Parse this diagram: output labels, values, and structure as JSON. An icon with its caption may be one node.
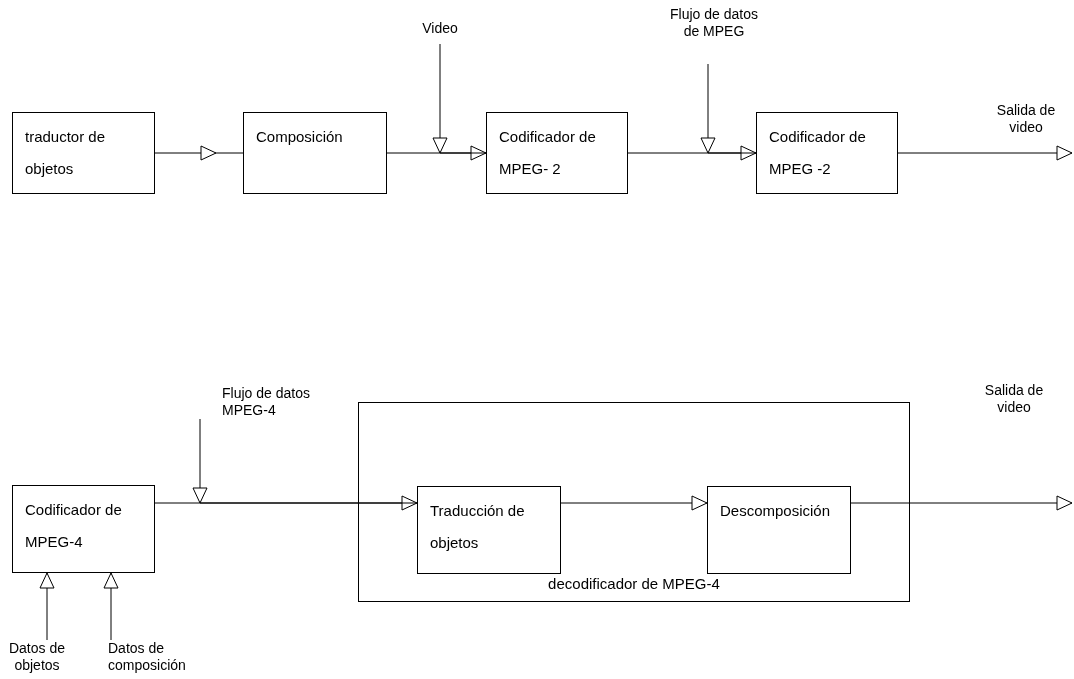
{
  "diagram": {
    "nodes": [
      {
        "text": [
          "traductor de objetos"
        ]
      },
      {
        "text": [
          "Composición"
        ]
      },
      {
        "text": [
          "Codificador de MPEG- 2"
        ]
      },
      {
        "text": [
          "Codificador de MPEG -2"
        ]
      },
      {
        "text": [
          "Video"
        ]
      },
      {
        "text": [
          "Flujo de datos de MPEG"
        ]
      },
      {
        "text": [
          "Codificador de MPEG-4"
        ]
      },
      {
        "text": [
          "decodificador de MPEG-4"
        ]
      },
      {
        "text": [
          "Traducción de objetos"
        ],
        "in": 7
      },
      {
        "text": [
          "Descomposición"
        ],
        "in": 7
      },
      {
        "text": [
          "Flujo de datos MPEG-4"
        ]
      },
      {
        "text": [
          "Datos de objetos"
        ]
      },
      {
        "text": [
          "Datos de composición"
        ]
      }
    ],
    "edges": [
      {
        "from": 0,
        "to": 1,
        "arrow": "to"
      },
      {
        "from": 1,
        "to": 2,
        "arrow": "to"
      },
      {
        "from": 4,
        "to": 2,
        "arrow": "to"
      },
      {
        "from": 2,
        "to": 3,
        "arrow": "to"
      },
      {
        "from": 5,
        "to": 3,
        "arrow": "to"
      },
      {
        "from": 3,
        "to": null,
        "arrow": "to"
      },
      {
        "from": 6,
        "to": 8,
        "arrow": "to"
      },
      {
        "from": 10,
        "to": 8,
        "arrow": "to"
      },
      {
        "from": 8,
        "to": 9,
        "arrow": "to"
      },
      {
        "from": 9,
        "to": null,
        "arrow": "to"
      },
      {
        "from": 11,
        "to": 6,
        "arrow": "to"
      },
      {
        "from": 12,
        "to": 6,
        "arrow": "to"
      }
    ],
    "labels": [
      "Salida de video",
      "Salida de video"
    ]
  }
}
